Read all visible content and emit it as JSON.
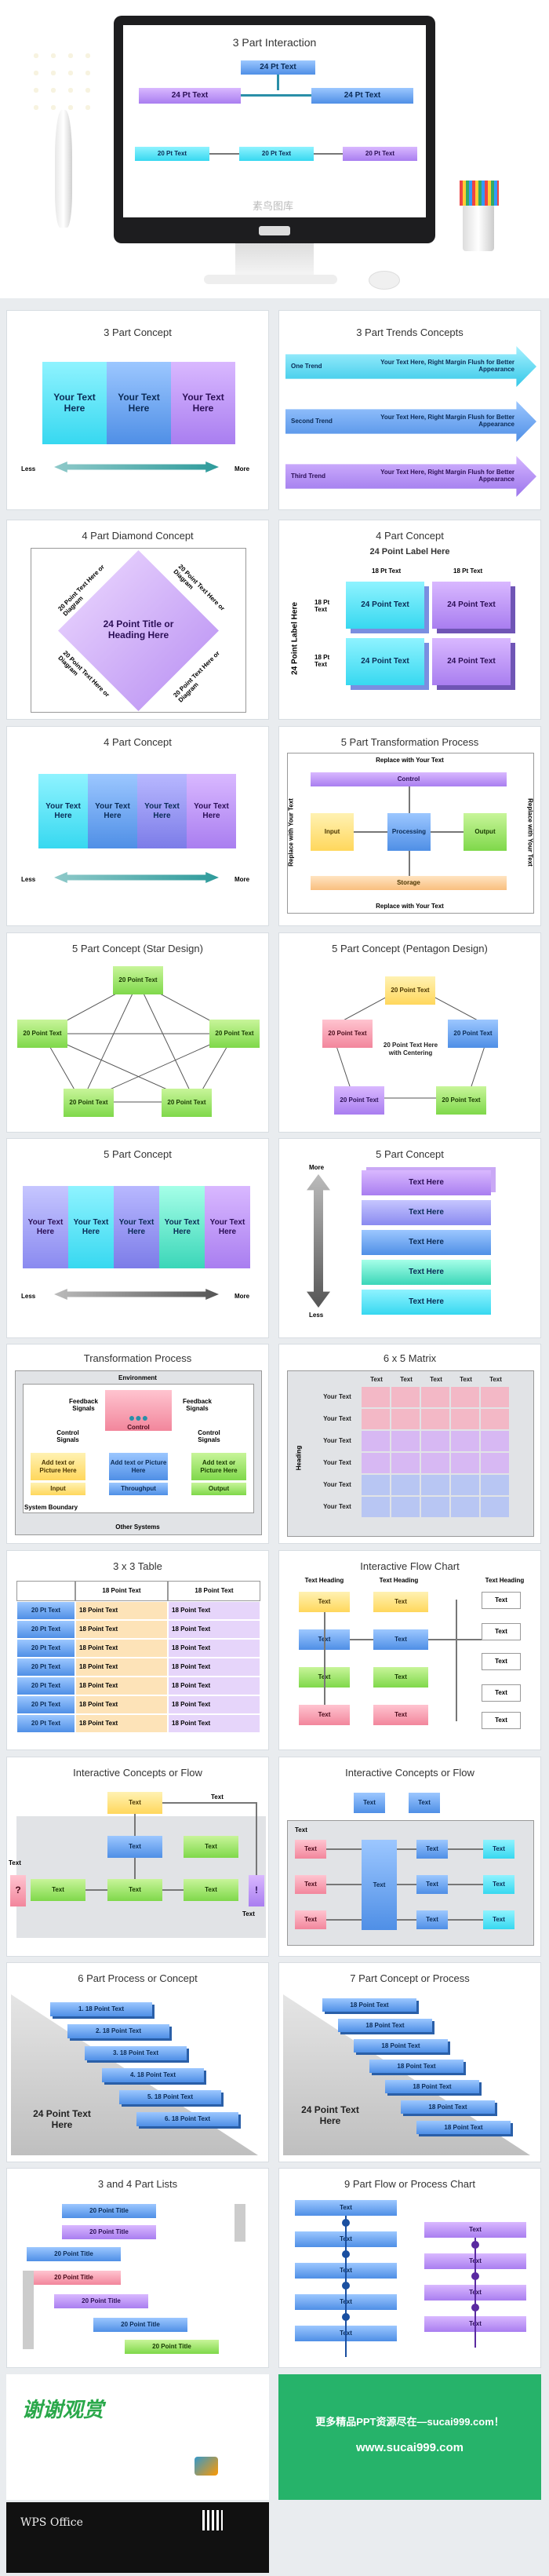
{
  "hero": {
    "title": "3 Part Interaction",
    "b24": "24 Pt Text",
    "b24_left": "24 Pt Text",
    "b24_right": "24 Pt Text",
    "b20a": "20 Pt Text",
    "b20b": "20 Pt Text",
    "b20c": "20 Pt Text",
    "watermark": "素鸟图库"
  },
  "s1": {
    "title": "3 Part Concept",
    "cols": [
      "Your Text Here",
      "Your Text Here",
      "Your Text Here"
    ],
    "less": "Less",
    "more": "More"
  },
  "s2": {
    "title": "3 Part Trends Concepts",
    "rows": [
      {
        "label": "One Trend",
        "text": "Your Text Here, Right Margin Flush for Better Appearance"
      },
      {
        "label": "Second Trend",
        "text": "Your Text Here, Right Margin Flush for Better Appearance"
      },
      {
        "label": "Third Trend",
        "text": "Your Text Here, Right Margin Flush for Better Appearance"
      }
    ]
  },
  "s3": {
    "title": "4 Part Diamond Concept",
    "center": "24 Point Title or Heading Here",
    "corner": "20 Point Text Here or Diagram"
  },
  "s4": {
    "title": "4 Part Concept",
    "top_label": "24 Point Label Here",
    "side_label": "24 Point Label Here",
    "pt18": "18 Pt Text",
    "cells": [
      "24 Point Text",
      "24 Point Text",
      "24 Point Text",
      "24 Point Text"
    ]
  },
  "s5": {
    "title": "4 Part Concept",
    "cols": [
      "Your Text Here",
      "Your Text Here",
      "Your Text Here",
      "Your Text Here"
    ],
    "less": "Less",
    "more": "More"
  },
  "s6": {
    "title": "5 Part Transformation Process",
    "top": "Replace with Your Text",
    "bottom": "Replace with Your Text",
    "left": "Replace with Your Text",
    "right": "Replace with Your Text",
    "control": "Control",
    "input": "Input",
    "processing": "Processing",
    "output": "Output",
    "storage": "Storage"
  },
  "s7": {
    "title": "5 Part Concept (Star Design)",
    "node": "20 Point Text"
  },
  "s8": {
    "title": "5 Part Concept (Pentagon Design)",
    "node": "20 Point Text",
    "center": "20 Point Text Here with Centering"
  },
  "s9": {
    "title": "5 Part Concept",
    "cols": [
      "Your Text Here",
      "Your Text Here",
      "Your Text Here",
      "Your Text Here",
      "Your Text Here"
    ],
    "less": "Less",
    "more": "More"
  },
  "s10": {
    "title": "5 Part Concept",
    "more": "More",
    "less": "Less",
    "rows": [
      "Text Here",
      "Text Here",
      "Text Here",
      "Text Here",
      "Text Here"
    ]
  },
  "s11": {
    "title": "Transformation Process",
    "environment": "Environment",
    "control": "Control",
    "feedback": "Feedback Signals",
    "control_signals": "Control Signals",
    "add": "Add text or Picture Here",
    "input": "Input",
    "throughput": "Throughput",
    "output": "Output",
    "boundary": "System Boundary",
    "other": "Other Systems"
  },
  "s12": {
    "title": "6 x 5 Matrix",
    "heading": "Heading",
    "col": "Text",
    "row": "Your Text"
  },
  "s13": {
    "title": "3 x 3 Table",
    "head": "18 Point Text",
    "row": "20 Pt Text",
    "cell": "18 Point Text"
  },
  "s14": {
    "title": "Interactive Flow Chart",
    "heading": "Text Heading",
    "text": "Text"
  },
  "s15": {
    "title": "Interactive Concepts or Flow",
    "text": "Text",
    "q": "?",
    "ex": "!"
  },
  "s16": {
    "title": "Interactive Concepts or Flow",
    "text": "Text"
  },
  "s17": {
    "title": "6 Part Process or Concept",
    "steps": [
      "1. 18 Point Text",
      "2. 18 Point Text",
      "3. 18 Point Text",
      "4. 18 Point Text",
      "5. 18 Point Text",
      "6. 18 Point Text"
    ],
    "big": "24 Point Text Here"
  },
  "s18": {
    "title": "7 Part Concept or Process",
    "step": "18 Point Text",
    "big": "24 Point Text Here"
  },
  "s19": {
    "title": "3 and 4 Part Lists",
    "item": "20 Point Title"
  },
  "s20": {
    "title": "9 Part Flow or Process Chart",
    "text": "Text"
  },
  "footer": {
    "thanks": "谢谢观赏",
    "brand_small": "WPS Office",
    "promo": "更多精品PPT资源尽在—sucai999.com！",
    "url": "www.sucai999.com"
  },
  "colors": {
    "cyan": "#37d8f0",
    "blue": "#4f8fe6",
    "purple": "#a97ef0",
    "green": "#7fd84a",
    "promo_bg": "#26b36a"
  }
}
